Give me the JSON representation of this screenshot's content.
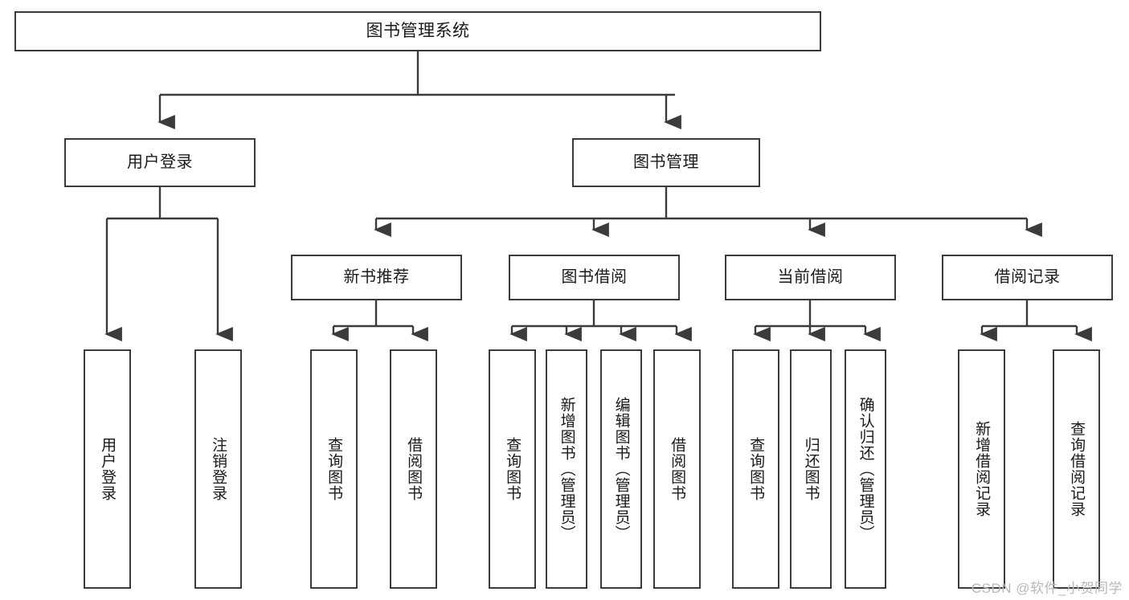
{
  "diagram": {
    "type": "tree-hierarchy",
    "root": {
      "id": "root",
      "label": "图书管理系统"
    },
    "level1": [
      {
        "id": "user-login",
        "label": "用户登录"
      },
      {
        "id": "book-manage",
        "label": "图书管理"
      }
    ],
    "level2": [
      {
        "id": "new-book-recommend",
        "label": "新书推荐",
        "parent": "book-manage"
      },
      {
        "id": "book-borrow",
        "label": "图书借阅",
        "parent": "book-manage"
      },
      {
        "id": "current-borrow",
        "label": "当前借阅",
        "parent": "book-manage"
      },
      {
        "id": "borrow-record",
        "label": "借阅记录",
        "parent": "book-manage"
      }
    ],
    "leaves": [
      {
        "id": "leaf-user-login",
        "label": "用户登录",
        "parent": "user-login"
      },
      {
        "id": "leaf-logout-login",
        "label": "注销登录",
        "parent": "user-login"
      },
      {
        "id": "leaf-query-book-1",
        "label": "查询图书",
        "parent": "new-book-recommend"
      },
      {
        "id": "leaf-borrow-book-1",
        "label": "借阅图书",
        "parent": "new-book-recommend"
      },
      {
        "id": "leaf-query-book-2",
        "label": "查询图书",
        "parent": "book-borrow"
      },
      {
        "id": "leaf-add-book",
        "label": "新增图书（管理员）",
        "parent": "book-borrow"
      },
      {
        "id": "leaf-edit-book",
        "label": "编辑图书（管理员）",
        "parent": "book-borrow"
      },
      {
        "id": "leaf-borrow-book-2",
        "label": "借阅图书",
        "parent": "book-borrow"
      },
      {
        "id": "leaf-query-book-3",
        "label": "查询图书",
        "parent": "current-borrow"
      },
      {
        "id": "leaf-return-book",
        "label": "归还图书",
        "parent": "current-borrow"
      },
      {
        "id": "leaf-confirm-return",
        "label": "确认归还（管理员）",
        "parent": "current-borrow"
      },
      {
        "id": "leaf-add-record",
        "label": "新增借阅记录",
        "parent": "borrow-record"
      },
      {
        "id": "leaf-query-record",
        "label": "查询借阅记录",
        "parent": "borrow-record"
      }
    ]
  },
  "watermark": {
    "text": "CSDN @软件_小贺同学"
  },
  "colors": {
    "stroke": "#3b3b3b",
    "background": "#ffffff",
    "text": "#1a1a1a",
    "watermark": "#b9b9b9"
  }
}
